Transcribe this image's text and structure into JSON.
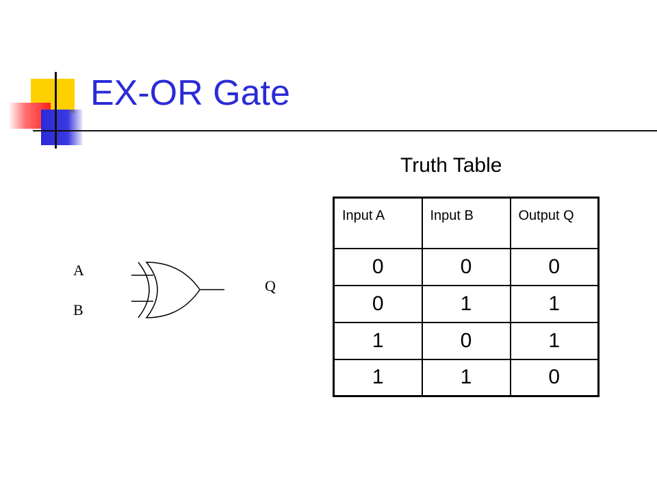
{
  "title": "EX-OR Gate",
  "truth_table": {
    "caption": "Truth Table",
    "headers": [
      "Input A",
      "Input B",
      "Output Q"
    ],
    "rows": [
      [
        "0",
        "0",
        "0"
      ],
      [
        "0",
        "1",
        "1"
      ],
      [
        "1",
        "0",
        "1"
      ],
      [
        "1",
        "1",
        "0"
      ]
    ]
  },
  "gate": {
    "input_a": "A",
    "input_b": "B",
    "output": "Q",
    "icon": "xor-gate-icon"
  },
  "colors": {
    "title": "#2b2bd6",
    "ornament_yellow": "#ffd000",
    "ornament_red": "#ff2020",
    "ornament_blue": "#2a2ad8"
  }
}
